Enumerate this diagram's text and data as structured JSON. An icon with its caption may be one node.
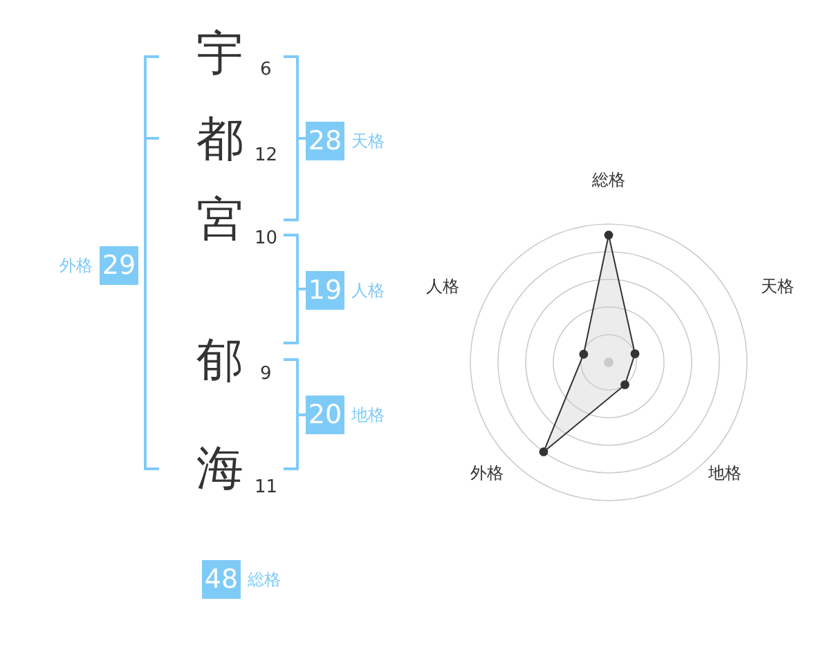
{
  "diagram": {
    "nodes": [
      {
        "text": [
          "28"
        ],
        "beside": [
          "天格"
        ]
      },
      {
        "text": [
          "29"
        ],
        "beside": [
          "外格"
        ]
      },
      {
        "text": [
          "19"
        ],
        "beside": [
          "人格"
        ]
      },
      {
        "text": [
          "20"
        ],
        "beside": [
          "地格"
        ]
      },
      {
        "text": [
          "48"
        ],
        "beside": [
          "総格"
        ]
      }
    ],
    "labels": [
      "宇",
      "6",
      "都",
      "12",
      "宮",
      "10",
      "郁",
      "9",
      "海",
      "11",
      "総格",
      "人格",
      "天格",
      "外格",
      "地格"
    ]
  }
}
